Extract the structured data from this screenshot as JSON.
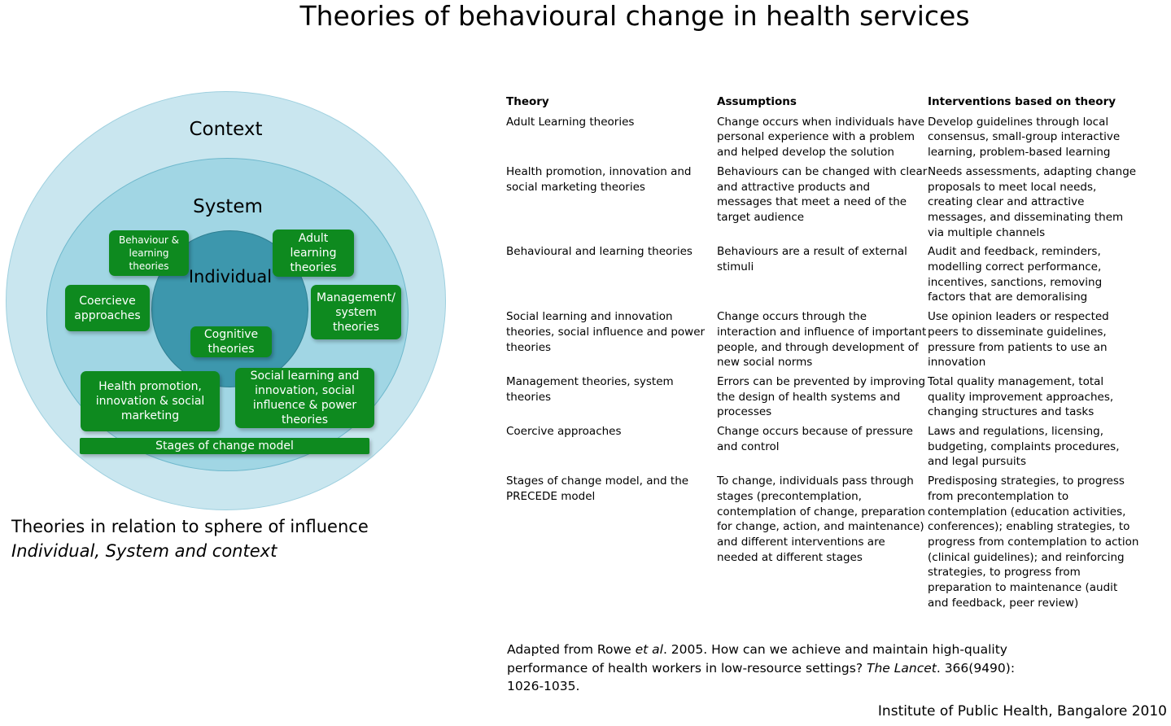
{
  "title": "Theories of behavioural change in health services",
  "diagram": {
    "rings": {
      "context": "Context",
      "system": "System",
      "individual": "Individual"
    },
    "boxes": {
      "behaviour_learning": "Behaviour & learning theories",
      "adult_learning": "Adult learning theories",
      "coercive": "Coercieve approaches",
      "management": "Management/ system theories",
      "cognitive": "Cognitive theories",
      "health_promotion": "Health promotion, innovation & social marketing",
      "social_learning": "Social learning and innovation, social influence & power theories",
      "stages": "Stages of change model"
    },
    "caption_line1": "Theories in relation to sphere of influence",
    "caption_line2": "Individual, System and context"
  },
  "table": {
    "headers": {
      "theory": "Theory",
      "assumptions": "Assumptions",
      "interventions": "Interventions based on theory"
    },
    "rows": [
      {
        "theory": "Adult Learning theories",
        "assumptions": "Change occurs when individuals have personal experience with a problem and helped develop the solution",
        "interventions": "Develop guidelines through local consensus, small-group interactive learning, problem-based learning"
      },
      {
        "theory": "Health promotion, innovation and social marketing theories",
        "assumptions": "Behaviours can be changed with clear and attractive products and messages that meet a need of the target audience",
        "interventions": "Needs assessments, adapting change proposals to meet local needs, creating clear and attractive messages, and disseminating them via multiple channels"
      },
      {
        "theory": "Behavioural and learning theories",
        "assumptions": "Behaviours are a result of external stimuli",
        "interventions": "Audit and feedback, reminders, modelling correct performance, incentives, sanctions, removing factors that are demoralising"
      },
      {
        "theory": "Social learning and innovation theories, social influence and power theories",
        "assumptions": "Change occurs through the interaction and influence of important people, and through development of new social norms",
        "interventions": "Use opinion leaders or respected peers to disseminate guidelines, pressure from patients to use an innovation"
      },
      {
        "theory": "Management theories, system theories",
        "assumptions": "Errors can be prevented by improving the design of health systems and processes",
        "interventions": "Total quality management, total quality improvement approaches, changing structures and tasks"
      },
      {
        "theory": "Coercive approaches",
        "assumptions": "Change occurs because of pressure and control",
        "interventions": "Laws and regulations, licensing, budgeting, complaints procedures, and legal pursuits"
      },
      {
        "theory": "Stages of change model, and the PRECEDE model",
        "assumptions": "To change, individuals pass through stages (precontemplation, contemplation of change, preparation for change, action, and maintenance) and different interventions are needed at different stages",
        "interventions": "Predisposing strategies, to progress from precontemplation to contemplation (education activities, conferences); enabling strategies, to progress from contemplation to action (clinical guidelines); and reinforcing strategies, to progress from preparation to maintenance (audit and feedback, peer review)"
      }
    ]
  },
  "source": {
    "part1": "Adapted from Rowe ",
    "part2": "et al",
    "part3": ". 2005. How can we achieve and maintain high-quality performance of health workers in low-resource settings? ",
    "part4": "The Lancet",
    "part5": ". 366(9490): 1026-1035."
  },
  "credit": "Institute of Public Health, Bangalore 2010"
}
